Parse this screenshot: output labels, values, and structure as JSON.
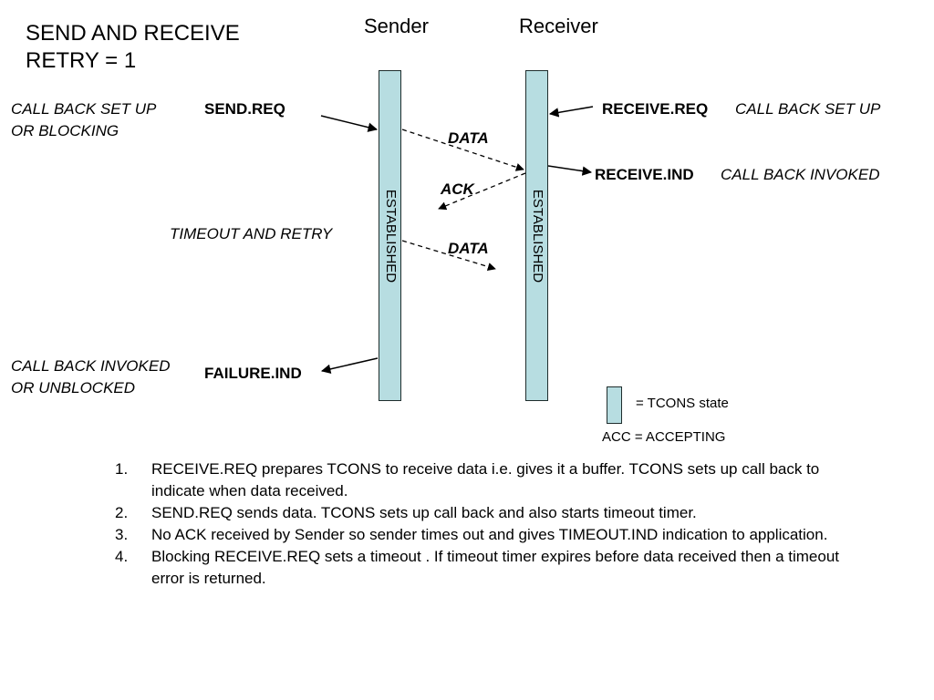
{
  "title": {
    "line1": "SEND AND RECEIVE",
    "line2": "RETRY = 1"
  },
  "columns": {
    "sender": "Sender",
    "receiver": "Receiver"
  },
  "lifelines": {
    "sender_state": "ESTABLISHED",
    "receiver_state": "ESTABLISHED",
    "fill_color": "#b7dde1"
  },
  "primitives": {
    "send_req": "SEND.REQ",
    "receive_req": "RECEIVE.REQ",
    "receive_ind": "RECEIVE.IND",
    "failure_ind": "FAILURE.IND"
  },
  "annotations": {
    "callback_setup_or_blocking_l1": "CALL BACK SET UP",
    "callback_setup_or_blocking_l2": "OR BLOCKING",
    "receiver_callback_setup": "CALL BACK SET UP",
    "receiver_callback_invoked": "CALL BACK INVOKED",
    "timeout_and_retry": "TIMEOUT AND RETRY",
    "callback_invoked_or_unblocked_l1": "CALL BACK INVOKED",
    "callback_invoked_or_unblocked_l2": "OR UNBLOCKED"
  },
  "messages": {
    "data1": "DATA",
    "ack": "ACK",
    "data2": "DATA"
  },
  "legend": {
    "tcons_state": "= TCONS state",
    "acc": "ACC = ACCEPTING"
  },
  "notes": [
    {
      "num": "1.",
      "text": "RECEIVE.REQ prepares TCONS to receive data i.e. gives it a buffer. TCONS sets up call back to indicate when data received."
    },
    {
      "num": "2.",
      "text": "SEND.REQ sends data. TCONS sets up call back and also starts timeout timer."
    },
    {
      "num": "3.",
      "text": "No ACK received by Sender so sender times out and gives TIMEOUT.IND indication to application."
    },
    {
      "num": "4.",
      "text": "Blocking RECEIVE.REQ sets a timeout . If timeout timer expires before data received then a timeout error is returned."
    }
  ]
}
